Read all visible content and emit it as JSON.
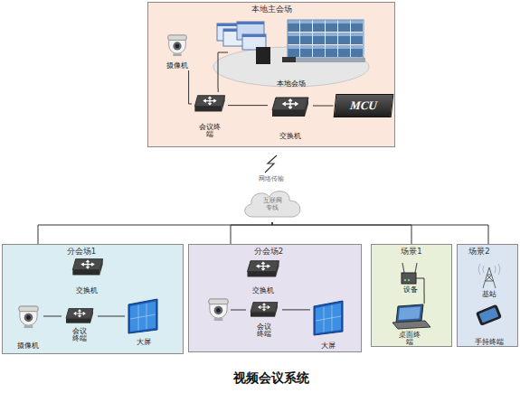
{
  "diagram": {
    "caption": "视频会议系统",
    "nodes": [
      {
        "text": [
          "本地主会场"
        ]
      },
      {
        "text": [
          "摄像机"
        ],
        "in": 0
      },
      {
        "text": [
          "本地会场"
        ],
        "in": 0
      },
      {
        "text": [
          "会议终端"
        ],
        "in": 0
      },
      {
        "text": [
          "交换机"
        ],
        "in": 0
      },
      {
        "text": [
          "MCU"
        ],
        "in": 0
      },
      {
        "text": [
          "互联网 专线"
        ]
      },
      {
        "text": [
          "分会场1"
        ]
      },
      {
        "text": [
          "交换机"
        ],
        "in": 7
      },
      {
        "text": [
          "摄像机"
        ],
        "in": 7
      },
      {
        "text": [
          "会议终端"
        ],
        "in": 7
      },
      {
        "text": [
          "大屏"
        ],
        "in": 7
      },
      {
        "text": [
          "分会场2"
        ]
      },
      {
        "text": [
          "交换机"
        ],
        "in": 12
      },
      {
        "text": [
          "会议终端"
        ],
        "in": 12
      },
      {
        "text": [
          "大屏"
        ],
        "in": 12
      },
      {
        "text": [
          "场景1"
        ]
      },
      {
        "text": [
          "设备"
        ],
        "in": 16
      },
      {
        "text": [
          "桌面终端"
        ],
        "in": 16
      },
      {
        "text": [
          "场景2"
        ]
      },
      {
        "text": [
          "基站"
        ],
        "in": 19
      },
      {
        "text": [
          "手持终端"
        ],
        "in": 19
      }
    ],
    "edges": [
      {
        "from": 1,
        "to": 3,
        "arrow": "none"
      },
      {
        "from": 2,
        "to": 3,
        "arrow": "none"
      },
      {
        "from": 3,
        "to": 4,
        "arrow": "none"
      },
      {
        "from": 4,
        "to": 5,
        "arrow": "none"
      },
      {
        "from": 6,
        "to": 7,
        "arrow": "none"
      },
      {
        "from": 6,
        "to": 12,
        "arrow": "none"
      },
      {
        "from": 6,
        "to": 16,
        "arrow": "none"
      },
      {
        "from": 6,
        "to": 19,
        "arrow": "none"
      },
      {
        "from": 9,
        "to": 10,
        "arrow": "none"
      },
      {
        "from": 10,
        "to": 11,
        "arrow": "none"
      },
      {
        "from": 14,
        "to": 15,
        "arrow": "none"
      },
      {
        "from": 17,
        "to": 18,
        "arrow": "none"
      }
    ],
    "labels": [
      "网络传输"
    ]
  }
}
